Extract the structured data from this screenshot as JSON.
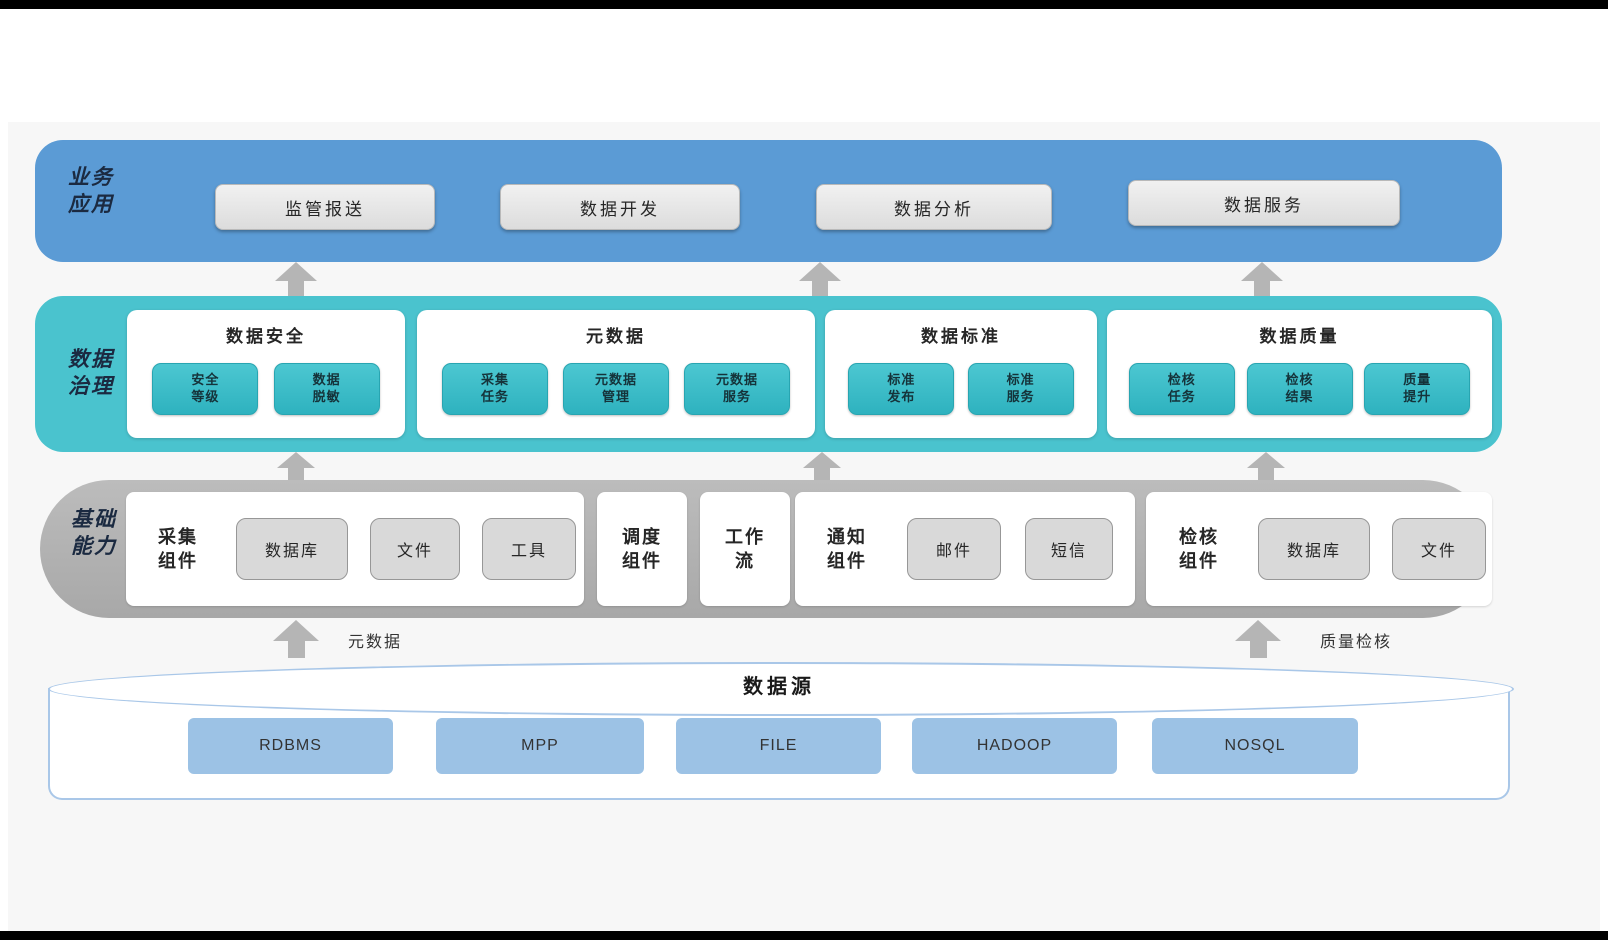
{
  "colors": {
    "business_layer": "#5b9bd5",
    "governance_layer": "#4ac3ce",
    "governance_item": "#35bac6",
    "foundation_layer": "#b1b1b1",
    "foundation_item": "#d9d9d9",
    "datasource_border": "#a9c7e8",
    "datasource_item": "#9cc2e5",
    "arrow": "#b5b5b5"
  },
  "business_layer": {
    "label": "业务\n应用",
    "items": [
      "监管报送",
      "数据开发",
      "数据分析",
      "数据服务"
    ]
  },
  "governance_layer": {
    "label": "数据\n治理",
    "groups": [
      {
        "title": "数据安全",
        "items": [
          "安全\n等级",
          "数据\n脱敏"
        ]
      },
      {
        "title": "元数据",
        "items": [
          "采集\n任务",
          "元数据\n管理",
          "元数据\n服务"
        ]
      },
      {
        "title": "数据标准",
        "items": [
          "标准\n发布",
          "标准\n服务"
        ]
      },
      {
        "title": "数据质量",
        "items": [
          "检核\n任务",
          "检核\n结果",
          "质量\n提升"
        ]
      }
    ]
  },
  "foundation_layer": {
    "label": "基础\n能力",
    "groups": [
      {
        "title": "采集\n组件",
        "items": [
          "数据库",
          "文件",
          "工具"
        ]
      },
      {
        "title": "调度\n组件",
        "items": []
      },
      {
        "title": "工作\n流",
        "items": []
      },
      {
        "title": "通知\n组件",
        "items": [
          "邮件",
          "短信"
        ]
      },
      {
        "title": "检核\n组件",
        "items": [
          "数据库",
          "文件"
        ]
      }
    ]
  },
  "datasource_layer": {
    "title": "数据源",
    "items": [
      "RDBMS",
      "MPP",
      "FILE",
      "HADOOP",
      "NOSQL"
    ]
  },
  "flow_labels": {
    "metadata": "元数据",
    "quality_check": "质量检核"
  }
}
